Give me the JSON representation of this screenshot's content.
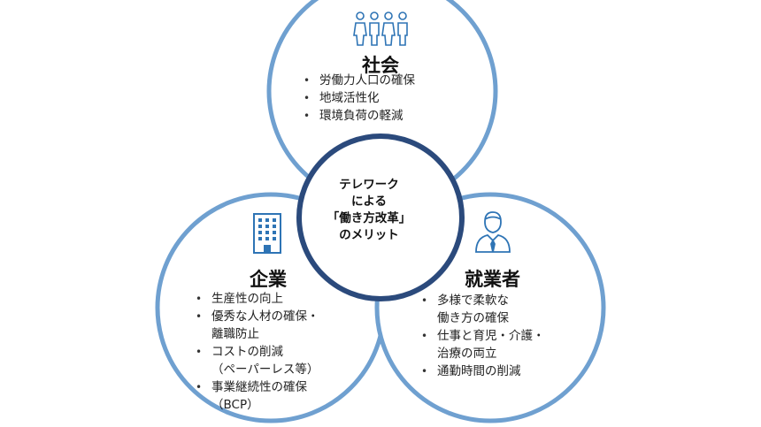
{
  "center": {
    "lines": [
      "テレワーク",
      "による",
      "「働き方改革」",
      "のメリット"
    ]
  },
  "society": {
    "title": "社会",
    "icon": "people-group-icon",
    "items": [
      {
        "lines": [
          "労働力人口の確保"
        ]
      },
      {
        "lines": [
          "地域活性化"
        ]
      },
      {
        "lines": [
          "環境負荷の軽減"
        ]
      }
    ]
  },
  "company": {
    "title": "企業",
    "icon": "office-building-icon",
    "items": [
      {
        "lines": [
          "生産性の向上"
        ]
      },
      {
        "lines": [
          "優秀な人材の確保・",
          "離職防止"
        ]
      },
      {
        "lines": [
          "コストの削減",
          "（ペーパーレス等）"
        ]
      },
      {
        "lines": [
          "事業継続性の確保",
          "（BCP）"
        ]
      }
    ]
  },
  "worker": {
    "title": "就業者",
    "icon": "businessman-icon",
    "items": [
      {
        "lines": [
          "多様で柔軟な",
          "働き方の確保"
        ]
      },
      {
        "lines": [
          "仕事と育児・介護・",
          "治療の両立"
        ]
      },
      {
        "lines": [
          "通勤時間の削減"
        ]
      }
    ]
  },
  "colors": {
    "outer_circle": "#6fa0d0",
    "center_circle": "#2b4a7c",
    "icon": "#2e74b5"
  }
}
